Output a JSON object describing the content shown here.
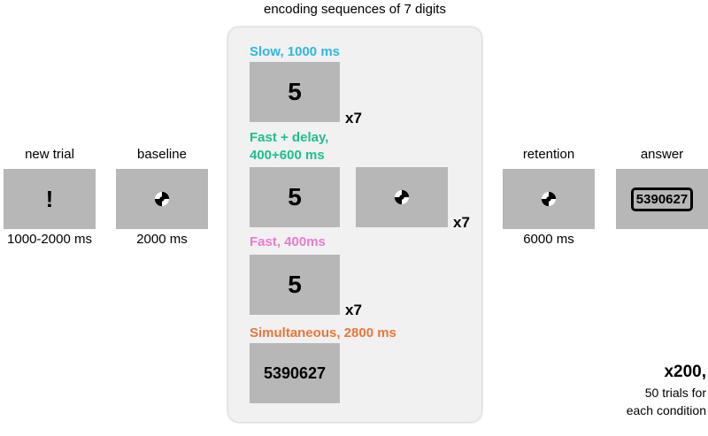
{
  "header": "encoding sequences of 7 digits",
  "colors": {
    "slow": "#2fb7e0",
    "fast_delay": "#1fbf8f",
    "fast": "#e87ccf",
    "simultaneous": "#e9773a",
    "screen": "#b7b7b7"
  },
  "stages": {
    "new_trial": {
      "title": "new trial",
      "symbol": "!",
      "duration": "1000-2000 ms"
    },
    "baseline": {
      "title": "baseline",
      "duration": "2000 ms",
      "icon": "fixation-icon"
    },
    "retention": {
      "title": "retention",
      "duration": "6000 ms",
      "icon": "fixation-icon"
    },
    "answer": {
      "title": "answer",
      "value": "5390627"
    }
  },
  "conditions": {
    "slow": {
      "label": "Slow, 1000 ms",
      "digit": "5",
      "repeat": "x7"
    },
    "fast_delay": {
      "label_line1": "Fast + delay,",
      "label_line2": "400+600 ms",
      "digit": "5",
      "repeat": "x7"
    },
    "fast": {
      "label": "Fast, 400ms",
      "digit": "5",
      "repeat": "x7"
    },
    "simultaneous": {
      "label": "Simultaneous, 2800 ms",
      "sequence": "5390627"
    }
  },
  "footer": {
    "count": "x200,",
    "line1": "50 trials for",
    "line2": "each condition"
  }
}
